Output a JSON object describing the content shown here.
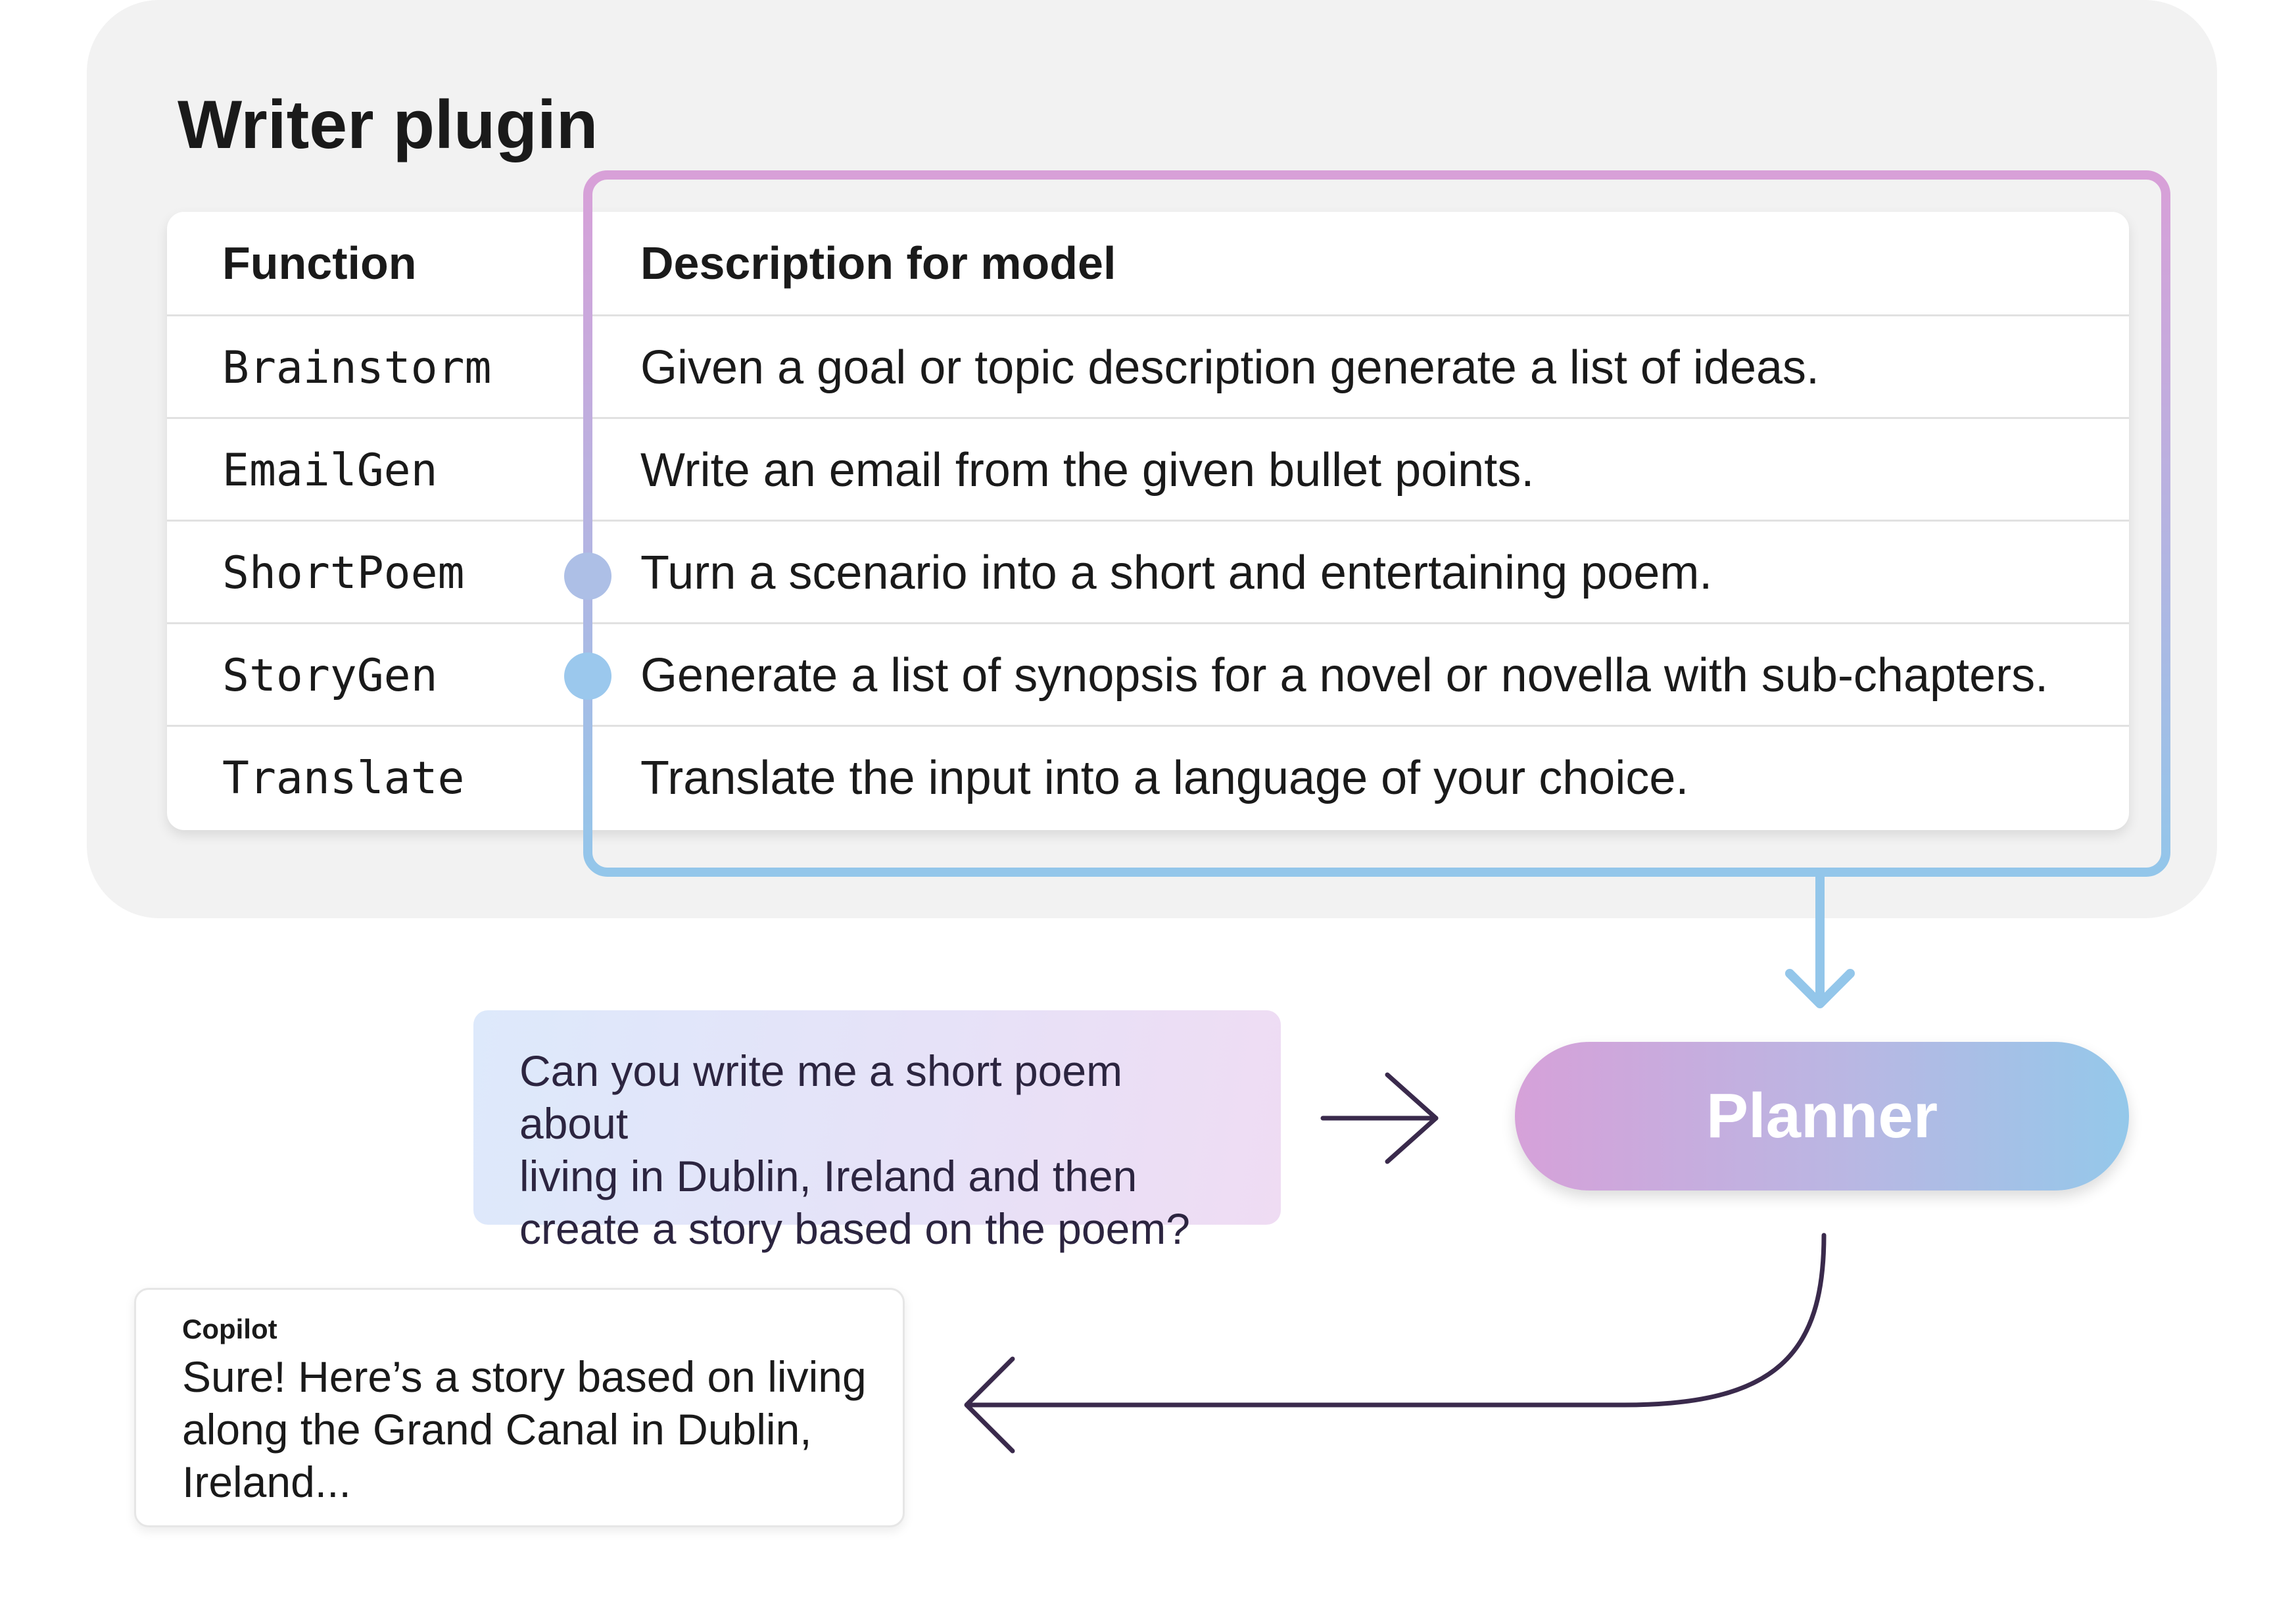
{
  "plugin": {
    "title": "Writer plugin",
    "table": {
      "headers": {
        "function": "Function",
        "description": "Description for model"
      },
      "rows": [
        {
          "function": "Brainstorm",
          "description": "Given a goal or topic description generate a list of ideas."
        },
        {
          "function": "EmailGen",
          "description": "Write an email from the given bullet points."
        },
        {
          "function": "ShortPoem",
          "description": "Turn a scenario into a short and entertaining poem."
        },
        {
          "function": "StoryGen",
          "description": "Generate a list of synopsis for a novel or novella with sub-chapters."
        },
        {
          "function": "Translate",
          "description": "Translate the input into a language of your choice."
        }
      ]
    }
  },
  "prompt": {
    "lines": [
      "Can you write me a short poem about",
      "living in Dublin, Ireland and then",
      "create a story based on the poem?"
    ]
  },
  "planner": {
    "label": "Planner"
  },
  "reply": {
    "sender": "Copilot",
    "lines": [
      "Sure! Here’s a story based on living",
      "along the Grand Canal in Dublin,",
      "Ireland..."
    ]
  },
  "colors": {
    "highlight_top": "#d8a0d8",
    "highlight_bottom": "#93c6ea",
    "arrow_dark": "#3a2a4c",
    "panel_bg": "#f2f2f2"
  }
}
